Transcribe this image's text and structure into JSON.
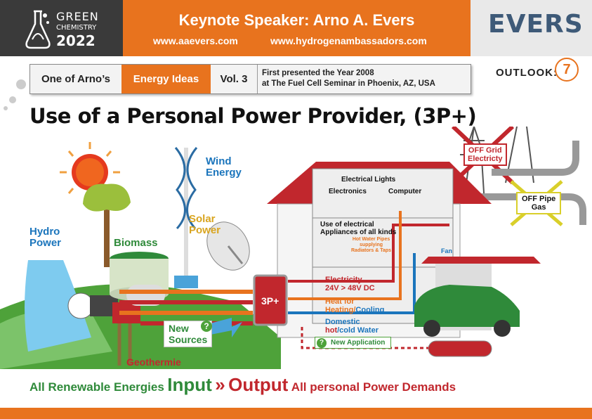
{
  "header": {
    "logo_green": "GREEN",
    "logo_chemistry": "CHEMISTRY",
    "logo_year": "2022",
    "keynote": "Keynote Speaker: Arno A. Evers",
    "website1": "www.aaevers.com",
    "website2": "www.hydrogenambassadors.com",
    "brand": "EVERS"
  },
  "infobar": {
    "series": "One of Arno’s",
    "topic": "Energy Ideas",
    "volume": "Vol. 3",
    "presented_line1": "First presented the Year 2008",
    "presented_line2": "at The Fuel Cell Seminar in Phoenix, AZ, USA"
  },
  "outlook": {
    "label": "OUTLOOK:",
    "number": "7"
  },
  "title": "Use of a Personal Power Provider, (3P+)",
  "sources": {
    "hydro_1": "Hydro",
    "hydro_2": "Power",
    "biomass": "Biomass",
    "wind_1": "Wind",
    "wind_2": "Energy",
    "solar_1": "Solar",
    "solar_2": "Power",
    "geothermie": "Geothermie",
    "new_1": "New",
    "new_2": "Sources"
  },
  "house": {
    "lights": "Electrical Lights",
    "electronics": "Electronics",
    "computer": "Computer",
    "appliances_1": "Use of electrical",
    "appliances_2": "Appliances of all kinds",
    "hotwater_1": "Hot Water Pipes",
    "hotwater_2": "supplying",
    "hotwater_3": "Radiators & Taps",
    "fan": "Fan",
    "device": "3P+",
    "electricity_1": "Electricity",
    "electricity_2": "24V > 48V DC",
    "heat_1": "Heat for",
    "heat_2": "Heating",
    "heat_3": "/",
    "heat_4": "Cooling",
    "water_1": "Domestic",
    "water_2": "hot",
    "water_3": "/",
    "water_4": "cold Water",
    "new_application": "New Application"
  },
  "grid": {
    "off_grid_1": "OFF Grid",
    "off_grid_2": "Electricty",
    "off_pipe_1": "OFF Pipe",
    "off_pipe_2": "Gas"
  },
  "bottom": {
    "part1": "All Renewable Energies",
    "input": "Input",
    "arrows": "»",
    "output": "Output",
    "part2": "All personal Power Demands"
  },
  "colors": {
    "orange": "#e8731e",
    "dark": "#3a3a3a",
    "blue": "#1b75bc",
    "green": "#2f8a3a",
    "red": "#c1272d",
    "yellow": "#e6d21a"
  }
}
